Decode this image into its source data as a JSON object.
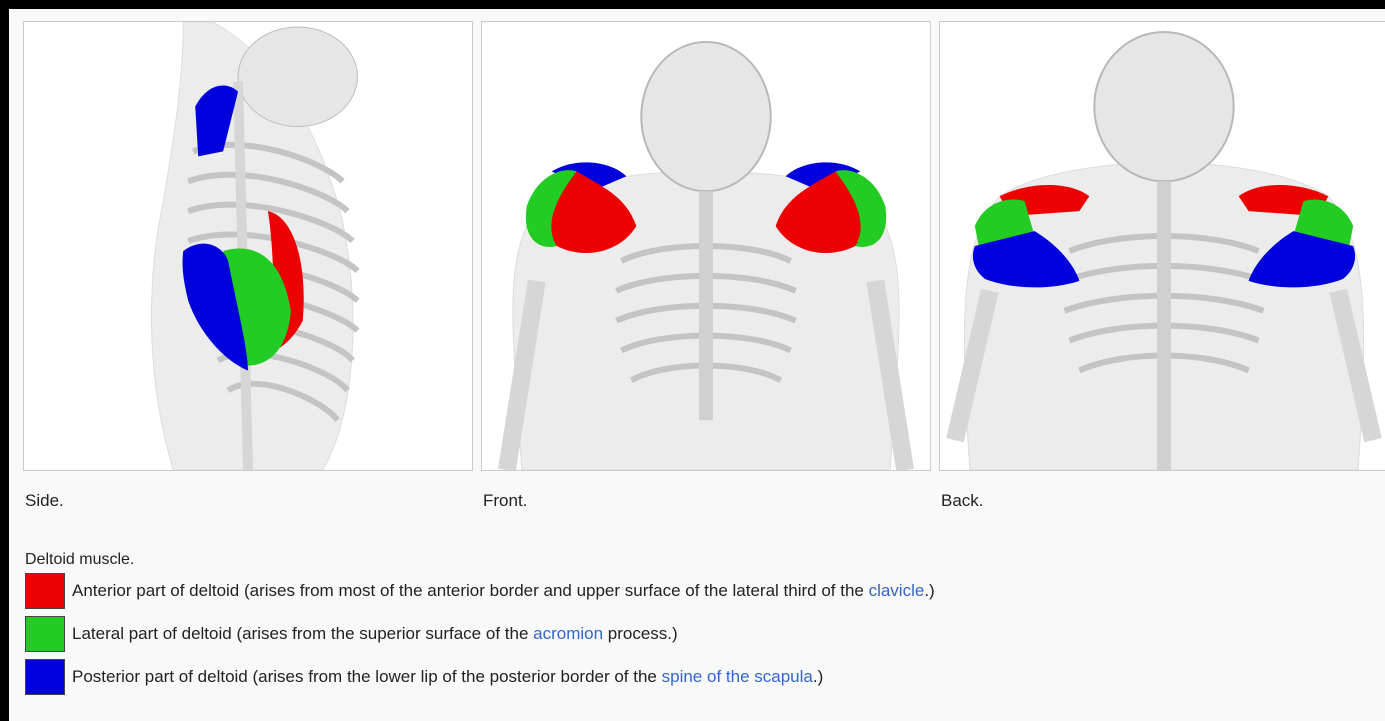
{
  "views": [
    {
      "caption": "Side."
    },
    {
      "caption": "Front."
    },
    {
      "caption": "Back."
    }
  ],
  "main_caption": "Deltoid muscle.",
  "colors": {
    "anterior": "#ee0000",
    "lateral": "#22cc22",
    "posterior": "#0000dd",
    "link": "#3366cc"
  },
  "legend": [
    {
      "swatch_color": "#ee0000",
      "text_before": "Anterior part of deltoid (arises from most of the anterior border and upper surface of the lateral third of the ",
      "link": "clavicle",
      "text_after": ".)"
    },
    {
      "swatch_color": "#22cc22",
      "text_before": "Lateral part of deltoid (arises from the superior surface of the ",
      "link": "acromion",
      "text_after": " process.)"
    },
    {
      "swatch_color": "#0000dd",
      "text_before": "Posterior part of deltoid (arises from the lower lip of the posterior border of the ",
      "link": "spine of the scapula",
      "text_after": ".)"
    }
  ]
}
